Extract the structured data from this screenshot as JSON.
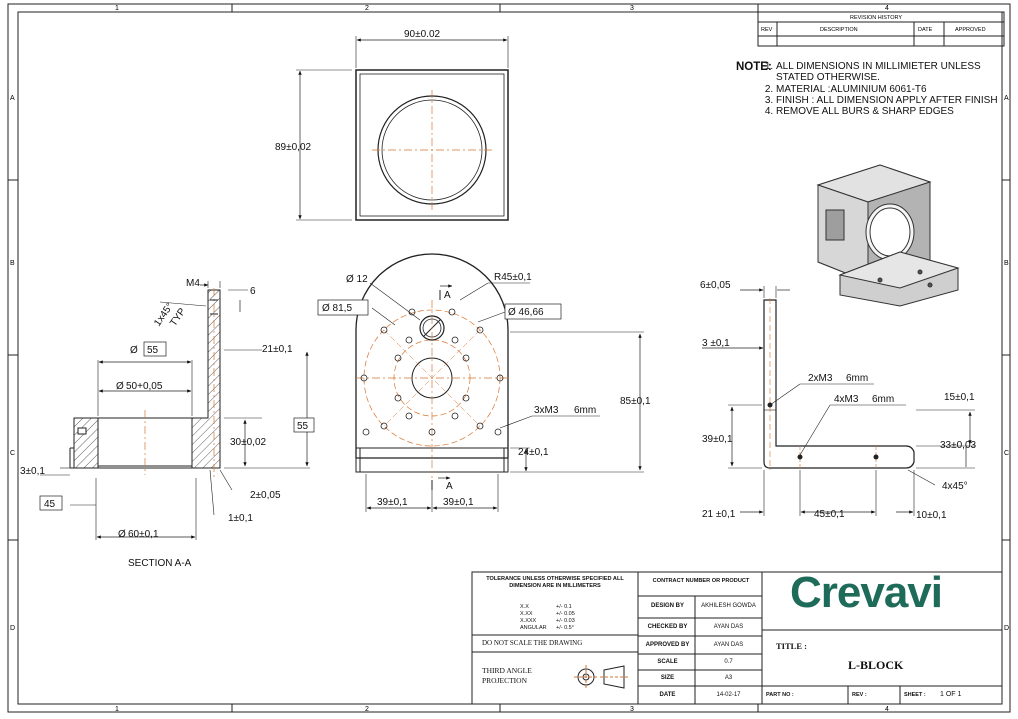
{
  "border": {
    "top_labels": [
      "1",
      "2",
      "3",
      "4"
    ],
    "bottom_labels": [
      "1",
      "2",
      "3",
      "4"
    ],
    "left_labels": [
      "A",
      "B",
      "C",
      "D"
    ],
    "right_labels": [
      "A",
      "B",
      "C",
      "D"
    ]
  },
  "revision_history": {
    "title": "REVISION HISTORY",
    "columns": [
      "REV",
      "DESCRIPTION",
      "DATE",
      "APPROVED"
    ]
  },
  "notes": {
    "header": "NOTE:",
    "items": [
      "ALL DIMENSIONS IN MILLIMIETER UNLESS STATED OTHERWISE.",
      "MATERIAL :ALUMINIUM 6061-T6",
      "FINISH : ALL DIMENSION APPLY AFTER FINISH",
      "REMOVE ALL BURS & SHARP EDGES"
    ]
  },
  "top_view": {
    "width": "90±0.02",
    "height": "89±0,02"
  },
  "section": {
    "label": "SECTION A-A",
    "m4": "M4",
    "chamfer": "1x45°",
    "typ": "TYP",
    "d6": "6",
    "d55_box": "55",
    "d50": "50+0,05",
    "d21": "21±0,1",
    "d55_right": "55",
    "d30": "30±0,02",
    "d2": "2±0,05",
    "d3": "3±0,1",
    "d45_box": "45",
    "d1": "1±0,1",
    "d60": "60±0,1",
    "diam": "Ø"
  },
  "front_view": {
    "d12": "Ø 12",
    "r45": "R45±0,1",
    "d815": "Ø 81,5",
    "d4666": "Ø 46,66",
    "cut_a": "A",
    "m3": "3xM3",
    "m3_depth": "6mm",
    "h85": "85±0,1",
    "h24": "24±0,1",
    "w39a": "39±0,1",
    "w39b": "39±0,1"
  },
  "side_view": {
    "t6": "6±0,05",
    "d3": "3 ±0,1",
    "m3a": "2xM3",
    "m3a_depth": "6mm",
    "m3b": "4xM3",
    "m3b_depth": "6mm",
    "d15": "15±0,1",
    "d39": "39±0,1",
    "d33": "33±0,03",
    "chamfer": "4x45°",
    "d21": "21 ±0,1",
    "d45": "45±0,1",
    "d10": "10±0,1"
  },
  "title_block": {
    "tolerance_header": "TOLERANCE UNLESS OTHERWISE SPECIFIED ALL DIMENSION ARE IN MILLIMETERS",
    "tolerances": [
      {
        "label": "X.X",
        "value": "+/- 0.1"
      },
      {
        "label": "X.XX",
        "value": "+/- 0.05"
      },
      {
        "label": "X.XXX",
        "value": "+/- 0.03"
      },
      {
        "label": "ANGULAR",
        "value": "+/- 0.5°"
      }
    ],
    "do_not_scale": "DO NOT SCALE THE DRAWING",
    "projection": "THIRD ANGLE PROJECTION",
    "contract": "CONTRACT NUMBER OR PRODUCT",
    "rows": [
      {
        "label": "DESIGN BY",
        "value": "AKHILESH GOWDA"
      },
      {
        "label": "CHECKED BY",
        "value": "AYAN DAS"
      },
      {
        "label": "APPROVED BY",
        "value": "AYAN DAS"
      },
      {
        "label": "SCALE",
        "value": "0.7"
      },
      {
        "label": "SIZE",
        "value": "A3"
      },
      {
        "label": "DATE",
        "value": "14-02-17"
      }
    ],
    "brand": "Crevavi",
    "title_label": "TITLE :",
    "title": "L-BLOCK",
    "part_no_label": "PART NO :",
    "rev_label": "REV :",
    "sheet_label": "SHEET :",
    "sheet_value": "1 OF 1"
  },
  "colors": {
    "line": "#222222",
    "center": "#d9732e",
    "brand": "#1f6b5a"
  }
}
